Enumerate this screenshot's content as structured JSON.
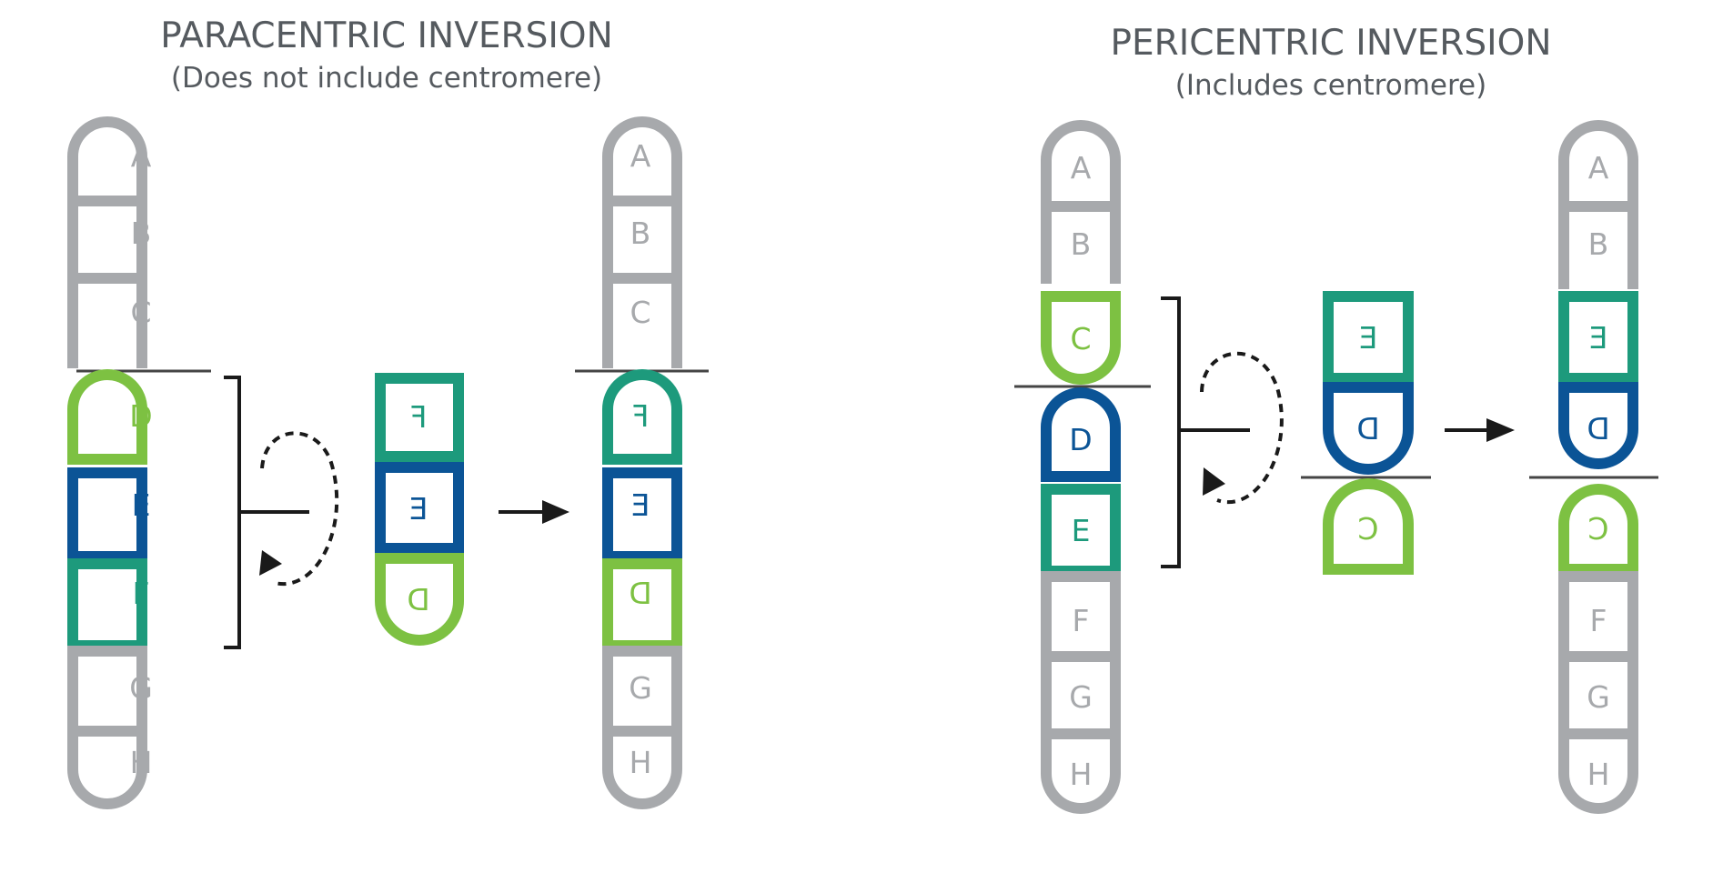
{
  "colors": {
    "gray": "#a7a9ac",
    "light_green": "#7dc142",
    "teal": "#1d9a7c",
    "blue": "#0b5496",
    "black": "#1a1a1a",
    "gray_text": "#a7a9ac"
  },
  "panels": {
    "paracentric": {
      "title": "PARACENTRIC INVERSION",
      "subtitle": "(Does not include centromere)",
      "original": [
        "A",
        "B",
        "C",
        "D",
        "E",
        "F",
        "G",
        "H"
      ],
      "inverted_piece": [
        "F",
        "E",
        "D"
      ],
      "result": [
        "A",
        "B",
        "C",
        "F",
        "E",
        "D",
        "G",
        "H"
      ]
    },
    "pericentric": {
      "title": "PERICENTRIC INVERSION",
      "subtitle": "(Includes centromere)",
      "original": [
        "A",
        "B",
        "C",
        "D",
        "E",
        "F",
        "G",
        "H"
      ],
      "inverted_piece": [
        "E",
        "D",
        "C"
      ],
      "result": [
        "A",
        "B",
        "E",
        "D",
        "C",
        "F",
        "G",
        "H"
      ]
    }
  }
}
